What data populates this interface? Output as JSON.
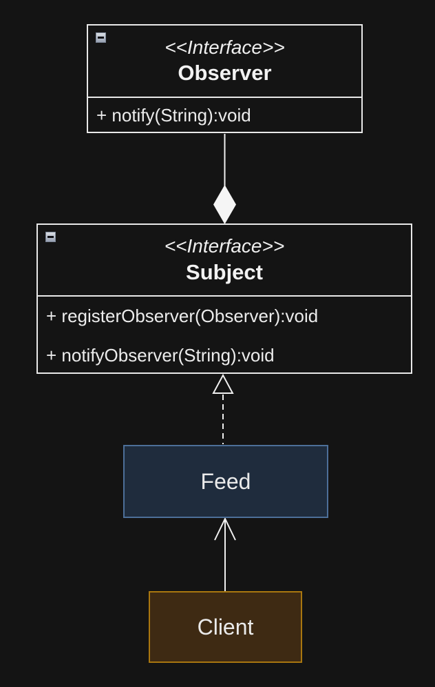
{
  "diagram_type": "uml-class-diagram",
  "theme": {
    "background": "#141414",
    "box_border": "#e9e9e9",
    "text_color": "#ececec",
    "line_color": "#f0f0f0",
    "feed_fill": "#1f2c3d",
    "feed_border": "#4d6f99",
    "client_fill": "#3e2a13",
    "client_border": "#a9770f"
  },
  "icons": {
    "observer_collapse": "collapse-minus-icon",
    "subject_collapse": "collapse-minus-icon"
  },
  "uml": {
    "observer": {
      "stereotype": "<<Interface>>",
      "name": "Observer",
      "methods": [
        "+ notify(String):void"
      ]
    },
    "subject": {
      "stereotype": "<<Interface>>",
      "name": "Subject",
      "methods": [
        "+ registerObserver(Observer):void",
        "+ notifyObserver(String):void"
      ]
    }
  },
  "nodes": {
    "feed": {
      "label": "Feed"
    },
    "client": {
      "label": "Client"
    }
  },
  "relationships": [
    {
      "from": "Subject",
      "to": "Observer",
      "type": "aggregation",
      "line": "solid",
      "marker": "filled-diamond"
    },
    {
      "from": "Feed",
      "to": "Subject",
      "type": "realization",
      "line": "dashed",
      "marker": "hollow-triangle"
    },
    {
      "from": "Client",
      "to": "Feed",
      "type": "directed-association",
      "line": "solid",
      "marker": "open-arrow"
    }
  ]
}
